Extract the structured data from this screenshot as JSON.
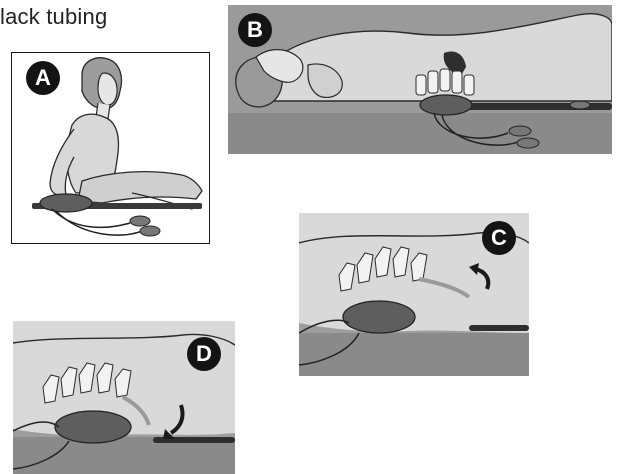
{
  "caption": "lack tubing",
  "panels": [
    {
      "id": "A",
      "label": "A"
    },
    {
      "id": "B",
      "label": "B"
    },
    {
      "id": "C",
      "label": "C"
    },
    {
      "id": "D",
      "label": "D"
    }
  ],
  "colors": {
    "panel_bg": "#9d9d9d",
    "skin": "#d6d6d6",
    "outline": "#2a2a2a",
    "device": "#5e5e5e",
    "badge": "#141414"
  }
}
